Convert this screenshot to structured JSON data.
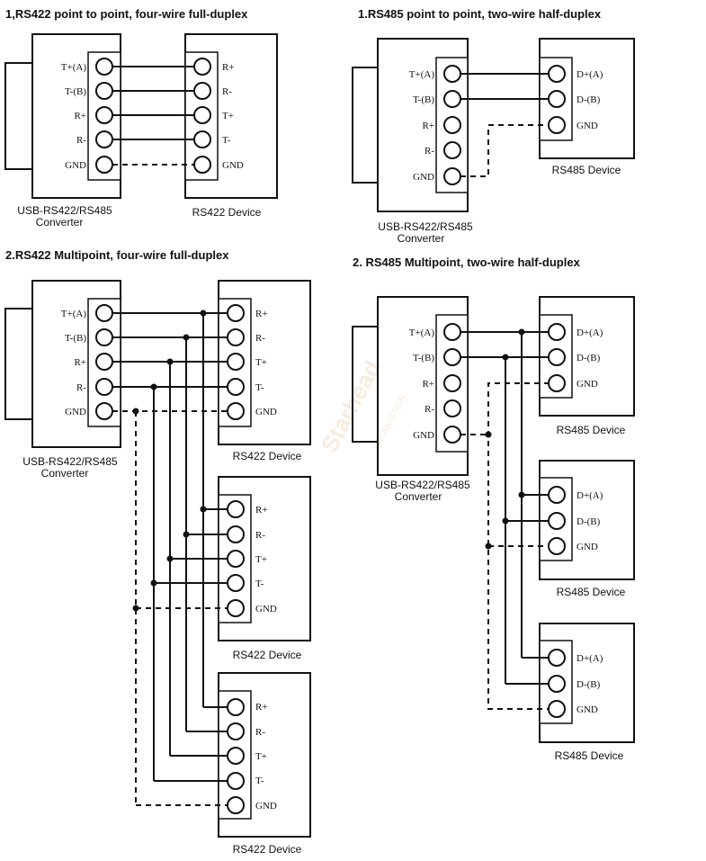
{
  "titles": {
    "rs422_p2p": "1,RS422 point to point, four-wire full-duplex",
    "rs485_p2p": "1.RS485 point to point, two-wire half-duplex",
    "rs422_multi": "2.RS422 Multipoint, four-wire full-duplex",
    "rs485_multi": "2. RS485 Multipoint, two-wire half-duplex"
  },
  "converter": {
    "pins": [
      "T+(A)",
      "T-(B)",
      "R+",
      "R-",
      "GND"
    ],
    "caption_line1": "USB-RS422/RS485",
    "caption_line2": "Converter"
  },
  "rs422_device": {
    "pins": [
      "R+",
      "R-",
      "T+",
      "T-",
      "GND"
    ],
    "caption": "RS422 Device"
  },
  "rs485_device": {
    "pins": [
      "D+(A)",
      "D-(B)",
      "GND"
    ],
    "caption": "RS485 Device"
  },
  "watermark": {
    "brand": "Starhead",
    "sub": "PRODUCTION"
  }
}
